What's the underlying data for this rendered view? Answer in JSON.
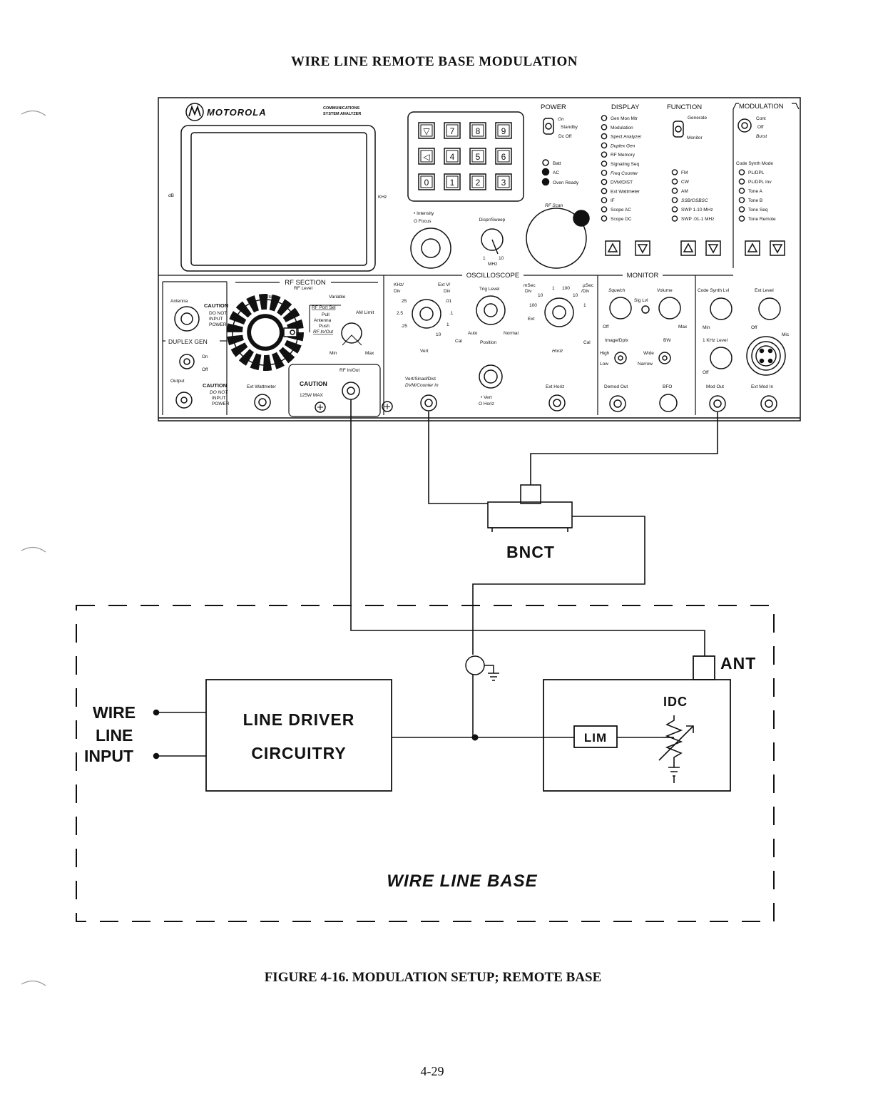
{
  "header_title": "WIRE LINE REMOTE BASE MODULATION",
  "caption": "FIGURE 4-16.   MODULATION SETUP; REMOTE BASE",
  "page_number": "4-29",
  "analyzer": {
    "brand": "MOTOROLA",
    "model_line1": "COMMUNICATIONS",
    "model_line2": "SYSTEM ANALYZER",
    "screen_left_label": "dB",
    "screen_right_label": "KHz",
    "keypad": [
      "▽",
      "7",
      "8",
      "9",
      "◁",
      "4",
      "5",
      "6",
      "0",
      "1",
      "2",
      "3"
    ],
    "intensity": "• Intensity",
    "focus": "O Focus",
    "disp_sweep": "Dispr/Sweep",
    "mhz_1": "1",
    "mhz_10": "10",
    "mhz": "MHz",
    "rf_scan": "RF Scan",
    "power": {
      "title": "POWER",
      "on": "On",
      "standby": "Standby",
      "dc_off": "Dc Off",
      "batt": "Batt",
      "ac": "AC",
      "oven_ready": "Oven Ready"
    },
    "display": {
      "title": "DISPLAY",
      "items": [
        "Gen Mon Mtr",
        "Modulation",
        "Spect Analyzer",
        "Duplex Gen",
        "RF Memory",
        "Signaling Seq",
        "Freq Counter",
        "DVM/DIST",
        "Ext Wattmeter",
        "IF",
        "Scope AC",
        "Scope DC"
      ]
    },
    "function": {
      "title": "FUNCTION",
      "generate": "Generate",
      "monitor": "Monitor",
      "items": [
        "FM",
        "CW",
        "AM",
        "SSB/OSBSC",
        "SWP 1-10 MHz",
        "SWP .01-1 MHz"
      ]
    },
    "modulation": {
      "title": "MODULATION",
      "cont": "Cont",
      "off": "Off",
      "burst": "Burst",
      "code_synth_mode": "Code Synth Mode",
      "items": [
        "PL/DPL",
        "PL/DPL Inv",
        "Tone A",
        "Tone B",
        "Tone Seq",
        "Tone Remote"
      ]
    },
    "rf_section": {
      "title": "RF SECTION",
      "antenna": "Antenna",
      "caution": "CAUTION",
      "do_not_input_power": [
        "DO NOT",
        "INPUT",
        "POWER"
      ],
      "rf_level": "RF Level",
      "step": "Step",
      "variable": "Variable",
      "rf_port_sel": "RF Port Sel",
      "pull": "Pull",
      "antenna_push": "Antenna",
      "push": "Push",
      "rf_in_out_sel": "RF In/Out",
      "am_limit": "AM Limit",
      "min": "Min",
      "max": "Max",
      "duplex_gen": "DUPLEX GEN",
      "on": "On",
      "off": "Off",
      "output": "Output",
      "ext_wattmeter": "Ext Wattmeter",
      "caution_125w": "CAUTION",
      "w125_max": "125W MAX",
      "rf_in_out": "RF In/Out"
    },
    "oscilloscope": {
      "title": "OSCILLOSCOPE",
      "khz_div": [
        "KHz/",
        "Div"
      ],
      "ext_v_div": [
        "Ext V/",
        "Div"
      ],
      "trig_level": "Trig Level",
      "msec_div": [
        "mSec",
        "Div"
      ],
      "usec_div": [
        "µSec",
        "/Div"
      ],
      "vals": [
        "25",
        "2.5",
        ".25",
        "10",
        "1",
        ".1",
        ".01",
        "100",
        "10",
        "10",
        "100",
        "1",
        "1"
      ],
      "ext": "Ext",
      "auto": "Auto",
      "normal": "Normal",
      "cal": "Cal",
      "vert": "Vert",
      "position": "Position",
      "horiz": "Horiz",
      "cal2": "Cal",
      "vert_sinad_dist": "Vert/Sinad/Dist",
      "dvm_counter_in": "DVM/Counter In",
      "vert_dot": "• Vert",
      "horiz_dot": "O Horiz",
      "ext_horiz": "Ext Horiz"
    },
    "monitor": {
      "title": "MONITOR",
      "squelch": "Squelch",
      "sig_lvl": "Sig Lvl",
      "volume": "Volume",
      "off": "Off",
      "max": "Max",
      "image_dplx": "Image/Dplx",
      "bw": "BW",
      "high": "High",
      "low": "Low",
      "wide": "Wide",
      "narrow": "Narrow",
      "demod_out": "Demod Out",
      "bfo": "BFO"
    },
    "right": {
      "code_synth_lvl": "Code Synth Lvl",
      "ext_level": "Ext Level",
      "min": "Min",
      "off": "Off",
      "mic": "Mic",
      "khz_level": "1 KHz Level",
      "off2": "Off",
      "mod_out": "Mod Out",
      "ext_mod_in": "Ext Mod In"
    }
  },
  "diagram": {
    "bnct": "BNCT",
    "ant": "ANT",
    "idc": "IDC",
    "lim": "LIM",
    "line_driver_1": "LINE DRIVER",
    "line_driver_2": "CIRCUITRY",
    "wire": "WIRE",
    "line": "LINE",
    "input": "INPUT",
    "wire_line_base": "WIRE LINE BASE"
  }
}
